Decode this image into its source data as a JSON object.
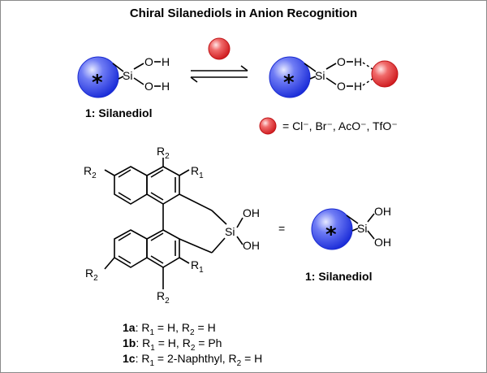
{
  "title": "Chiral Silanediols in Anion Recognition",
  "atoms": {
    "si": "Si",
    "o": "O",
    "h": "H",
    "oh": "OH",
    "star": "*",
    "r": "R",
    "sub1": "1",
    "sub2": "2"
  },
  "equilibrium_symbol": "⇌",
  "equals": "=",
  "labels": {
    "silanediol_top": "1: Silanediol",
    "silanediol_bottom": "1: Silanediol"
  },
  "anion_legend": "= Cl⁻, Br⁻, AcO⁻, TfO⁻",
  "compounds": [
    {
      "id": "1a",
      "r1": "H",
      "r2": "H"
    },
    {
      "id": "1b",
      "r1": "H",
      "r2": "Ph"
    },
    {
      "id": "1c",
      "r1": "2-Naphthyl",
      "r2": "H"
    }
  ],
  "colors": {
    "sphere_blue": "#2f3fe8",
    "sphere_red": "#e8262a",
    "frame": "#8a8a8a"
  }
}
